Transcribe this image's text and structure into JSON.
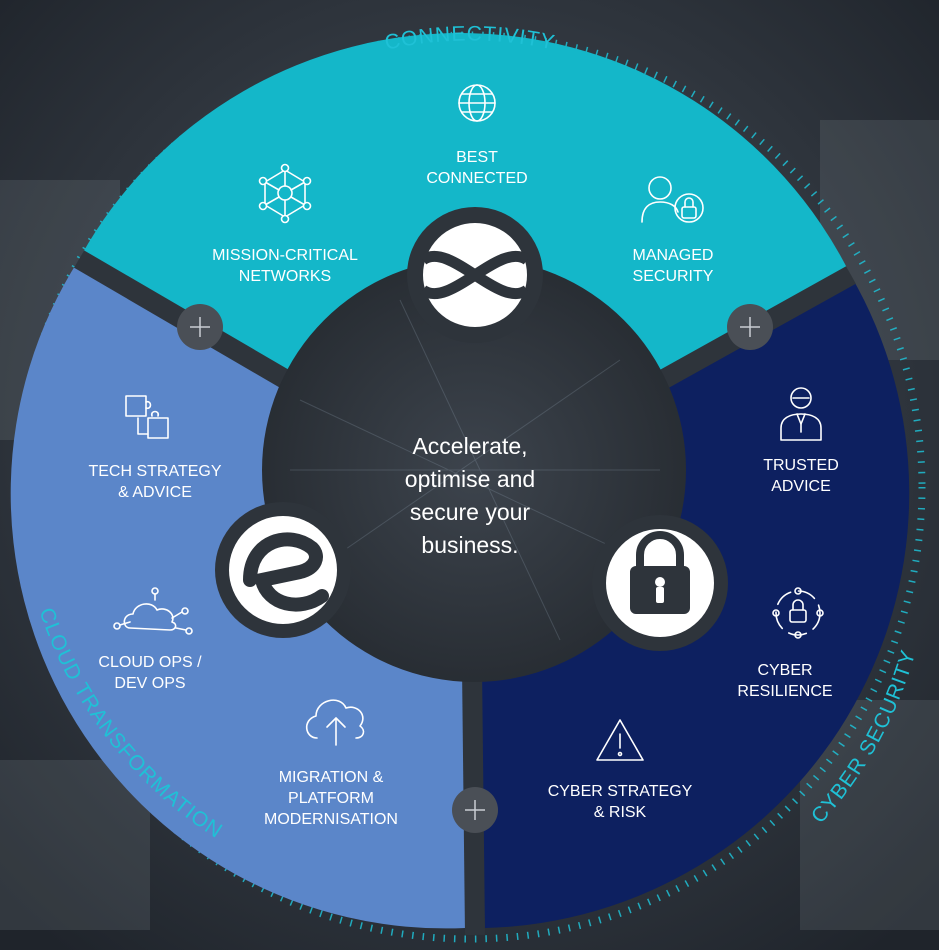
{
  "center": {
    "lines": [
      "Accelerate,",
      "optimise and",
      "secure your",
      "business."
    ]
  },
  "segments": {
    "connectivity": {
      "title": "CONNECTIVITY",
      "color": "#14b7c9",
      "items": [
        {
          "icon": "globe-icon",
          "lines": [
            "BEST",
            "CONNECTED"
          ]
        },
        {
          "icon": "network-nodes-icon",
          "lines": [
            "MISSION-CRITICAL",
            "NETWORKS"
          ]
        },
        {
          "icon": "user-lock-icon",
          "lines": [
            "MANAGED",
            "SECURITY"
          ]
        }
      ]
    },
    "cloud": {
      "title": "CLOUD TRANSFORMATION",
      "color": "#5b86c9",
      "items": [
        {
          "icon": "puzzle-icon",
          "lines": [
            "TECH STRATEGY",
            "& ADVICE"
          ]
        },
        {
          "icon": "cloud-network-icon",
          "lines": [
            "CLOUD OPS /",
            "DEV OPS"
          ]
        },
        {
          "icon": "cloud-upload-icon",
          "lines": [
            "MIGRATION &",
            "PLATFORM",
            "MODERNISATION"
          ]
        }
      ]
    },
    "security": {
      "title": "CYBER SECURITY",
      "color": "#0d2060",
      "items": [
        {
          "icon": "advisor-icon",
          "lines": [
            "TRUSTED",
            "ADVICE"
          ]
        },
        {
          "icon": "lock-circle-icon",
          "lines": [
            "CYBER",
            "RESILIENCE"
          ]
        },
        {
          "icon": "warning-icon",
          "lines": [
            "CYBER STRATEGY",
            "& RISK"
          ]
        }
      ]
    }
  },
  "accent_color": "#1fc1d6"
}
